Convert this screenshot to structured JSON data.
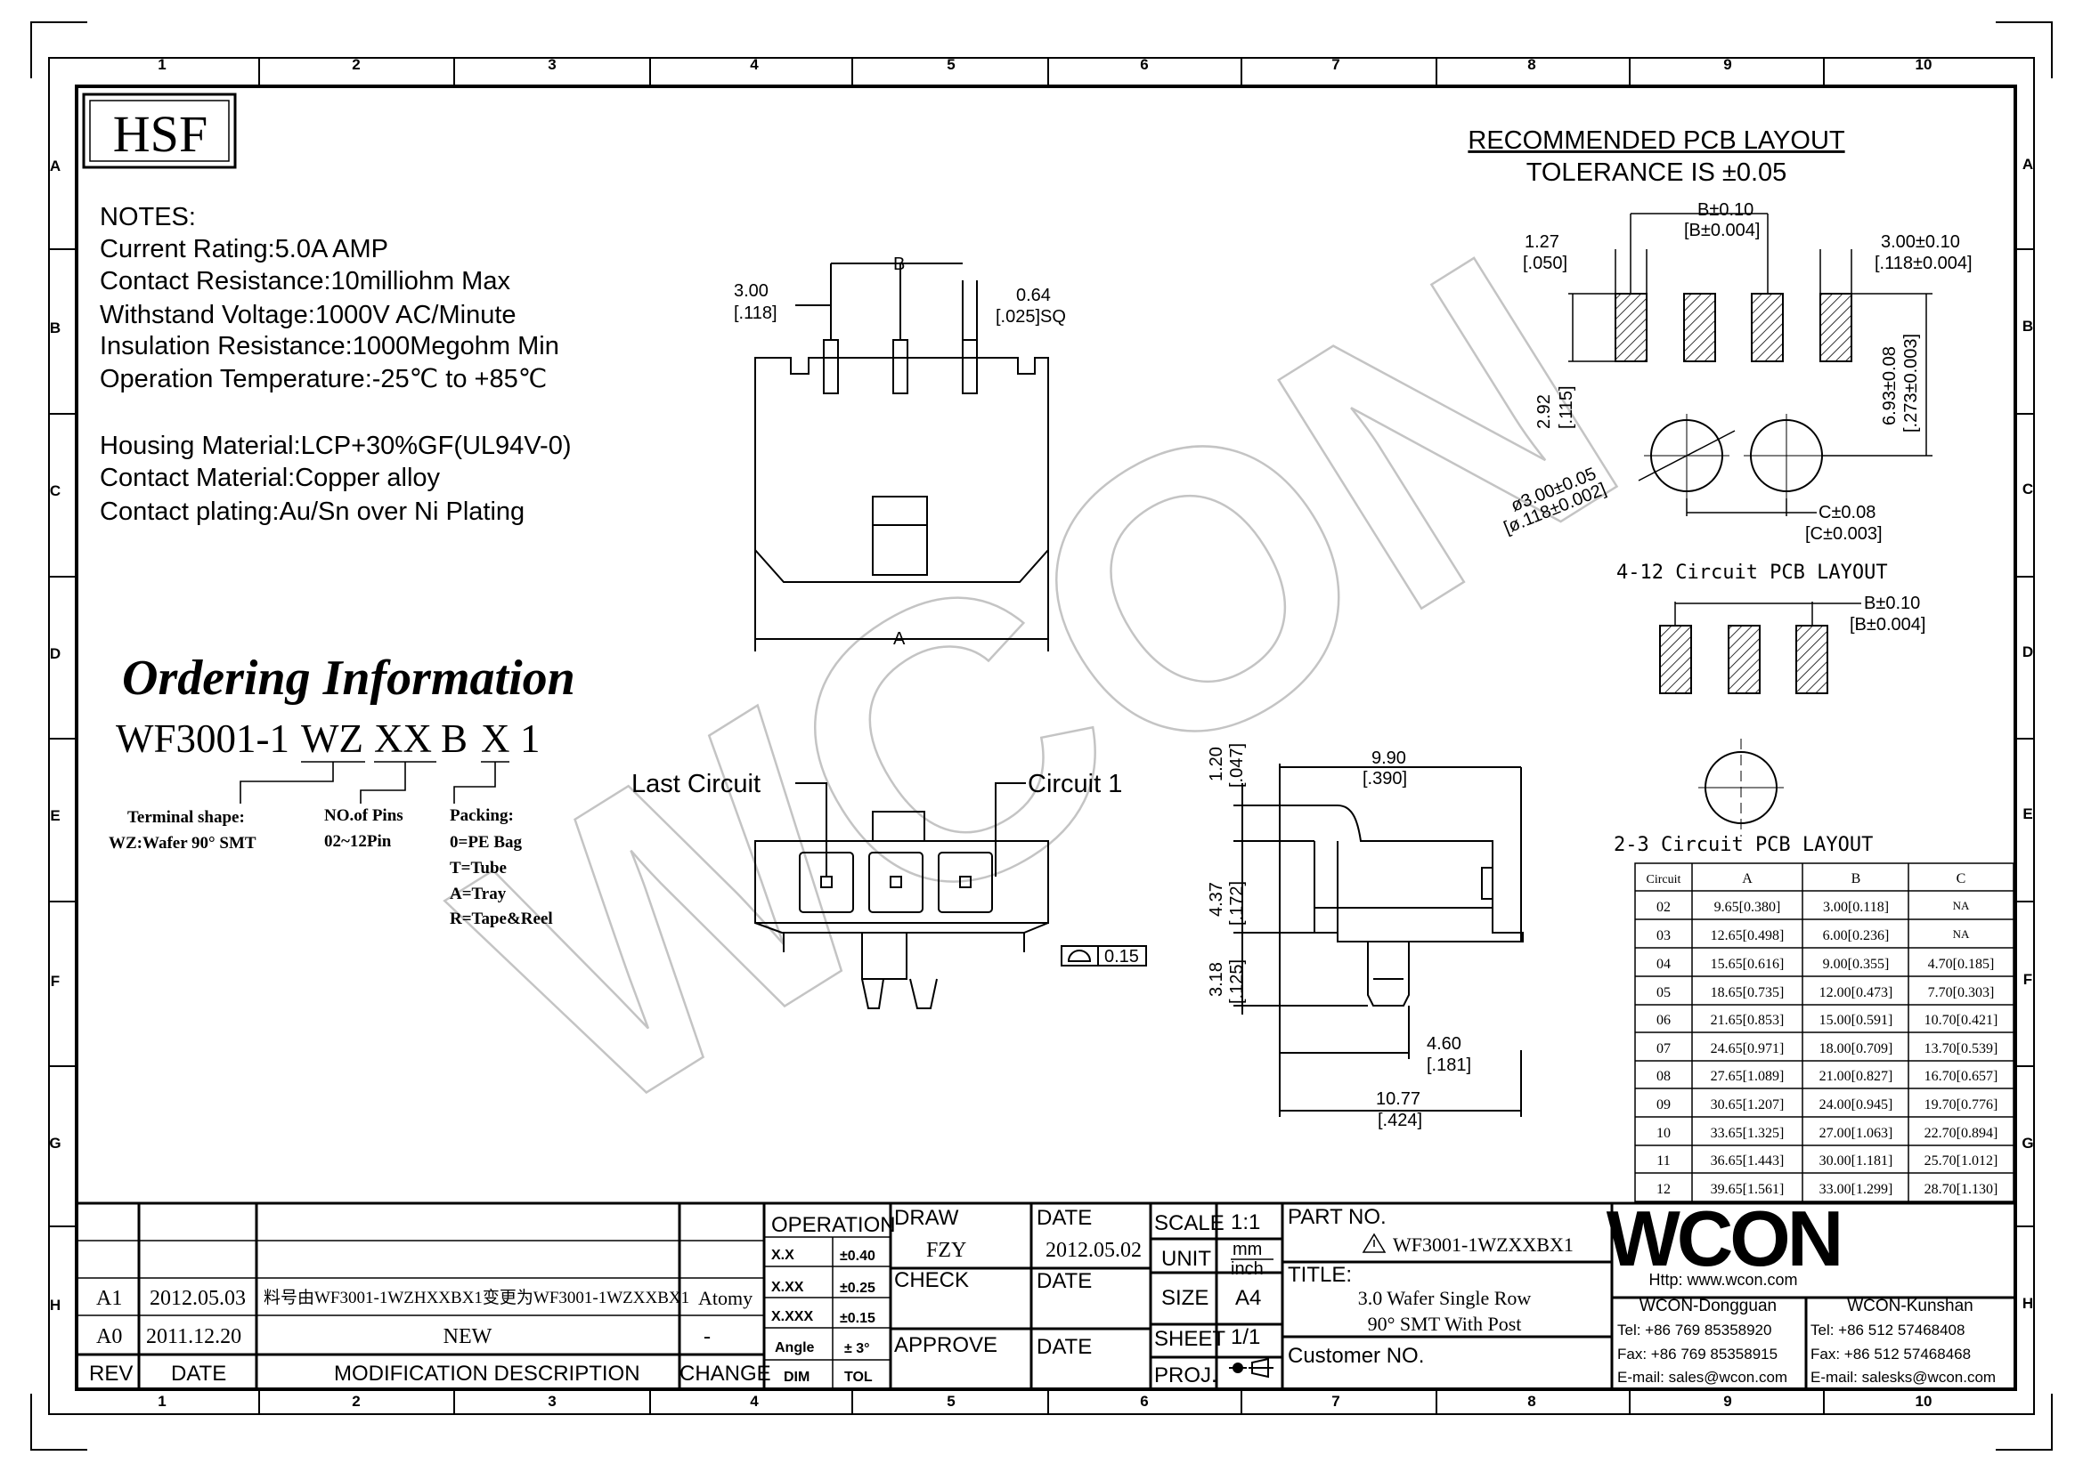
{
  "grid": {
    "columns": [
      "1",
      "2",
      "3",
      "4",
      "5",
      "6",
      "7",
      "8",
      "9",
      "10"
    ],
    "rows": [
      "A",
      "B",
      "C",
      "D",
      "E",
      "F",
      "G",
      "H"
    ]
  },
  "hsf": "HSF",
  "watermark": "WCON",
  "notes": {
    "title": "NOTES:",
    "lines": [
      "Current Rating:5.0A AMP",
      "Contact Resistance:10milliohm Max",
      "Withstand Voltage:1000V AC/Minute",
      "Insulation Resistance:1000Megohm Min",
      "Operation Temperature:-25℃ to +85℃",
      "Housing Material:LCP+30%GF(UL94V-0)",
      "Contact Material:Copper alloy",
      "Contact plating:Au/Sn over Ni Plating"
    ]
  },
  "ordering": {
    "title": "Ordering Information",
    "code_prefix": "WF3001-1",
    "code_wz": "WZ",
    "code_xx": "XX",
    "code_b": "B",
    "code_x": "X",
    "code_1": "1",
    "terminal_title": "Terminal shape:",
    "terminal_value": "WZ:Wafer 90° SMT",
    "pins_title": "NO.of Pins",
    "pins_value": "02~12Pin",
    "packing_title": "Packing:",
    "packing_values": [
      "0=PE Bag",
      "T=Tube",
      "A=Tray",
      "R=Tape&Reel"
    ]
  },
  "front_view": {
    "dim_3_00": "3.00",
    "dim_3_00_in": "[.118]",
    "dim_b": "B",
    "dim_0_64": "0.64",
    "dim_0_64_in": "[.025]SQ",
    "dim_a": "A"
  },
  "bottom_view": {
    "last_circuit": "Last Circuit",
    "circuit_1": "Circuit 1",
    "flatness": "0.15"
  },
  "side_view": {
    "d_9_90": "9.90",
    "d_9_90_in": "[.390]",
    "d_1_20": "1.20",
    "d_1_20_in": "[.047]",
    "d_4_37": "4.37",
    "d_4_37_in": "[.172]",
    "d_3_18": "3.18",
    "d_3_18_in": "[.125]",
    "d_4_60": "4.60",
    "d_4_60_in": "[.181]",
    "d_10_77": "10.77",
    "d_10_77_in": "[.424]"
  },
  "pcb": {
    "title": "RECOMMENDED PCB LAYOUT",
    "tolerance": "TOLERANCE IS ±0.05",
    "b_tol": "B±0.10",
    "b_tol_in": "[B±0.004]",
    "d_1_27": "1.27",
    "d_1_27_in": "[.050]",
    "d_3_00": "3.00±0.10",
    "d_3_00_in": "[.118±0.004]",
    "d_2_92": "2.92",
    "d_2_92_in": "[.115]",
    "d_6_93": "6.93±0.08",
    "d_6_93_in": "[.273±0.003]",
    "hole": "ø3.00±0.05",
    "hole_in": "[ø.118±0.002]",
    "c_tol": "C±0.08",
    "c_tol_in": "[C±0.003]",
    "layout_4_12": "4-12 Circuit PCB LAYOUT",
    "b2_tol": "B±0.10",
    "b2_tol_in": "[B±0.004]",
    "layout_2_3": "2-3 Circuit PCB LAYOUT"
  },
  "dim_table": {
    "headers": [
      "Circuit",
      "A",
      "B",
      "C"
    ],
    "rows": [
      [
        "02",
        "9.65[0.380]",
        "3.00[0.118]",
        "NA"
      ],
      [
        "03",
        "12.65[0.498]",
        "6.00[0.236]",
        "NA"
      ],
      [
        "04",
        "15.65[0.616]",
        "9.00[0.355]",
        "4.70[0.185]"
      ],
      [
        "05",
        "18.65[0.735]",
        "12.00[0.473]",
        "7.70[0.303]"
      ],
      [
        "06",
        "21.65[0.853]",
        "15.00[0.591]",
        "10.70[0.421]"
      ],
      [
        "07",
        "24.65[0.971]",
        "18.00[0.709]",
        "13.70[0.539]"
      ],
      [
        "08",
        "27.65[1.089]",
        "21.00[0.827]",
        "16.70[0.657]"
      ],
      [
        "09",
        "30.65[1.207]",
        "24.00[0.945]",
        "19.70[0.776]"
      ],
      [
        "10",
        "33.65[1.325]",
        "27.00[1.063]",
        "22.70[0.894]"
      ],
      [
        "11",
        "36.65[1.443]",
        "30.00[1.181]",
        "25.70[1.012]"
      ],
      [
        "12",
        "39.65[1.561]",
        "33.00[1.299]",
        "28.70[1.130]"
      ]
    ]
  },
  "title_block": {
    "rev_rows": [
      {
        "rev": "A1",
        "date": "2012.05.03",
        "desc": "料号由WF3001-1WZHXXBX1变更为WF3001-1WZXXBX1",
        "change": "Atomy"
      },
      {
        "rev": "A0",
        "date": "2011.12.20",
        "desc": "NEW",
        "change": "-"
      }
    ],
    "rev_header": "REV",
    "date_header": "DATE",
    "mod_header": "MODIFICATION DESCRIPTION",
    "change_header": "CHANGE",
    "operation": "OPERATION",
    "tol_rows": [
      [
        "X.X",
        "±0.40"
      ],
      [
        "X.XX",
        "±0.25"
      ],
      [
        "X.XXX",
        "±0.15"
      ],
      [
        "Angle",
        "± 3°"
      ]
    ],
    "dim_label": "DIM",
    "tol_label": "TOL",
    "draw": "DRAW",
    "draw_name": "FZY",
    "date": "DATE",
    "draw_date": "2012.05.02",
    "check": "CHECK",
    "check_date": "DATE",
    "approve": "APPROVE",
    "approve_date": "DATE",
    "scale": "SCALE",
    "scale_val": "1:1",
    "unit": "UNIT",
    "unit_mm": "mm",
    "unit_inch": "inch",
    "size": "SIZE",
    "size_val": "A4",
    "sheet": "SHEET",
    "sheet_val": "1/1",
    "proj": "PROJ.",
    "part_no": "PART NO.",
    "part_val": "WF3001-1WZXXBX1",
    "title_label": "TITLE:",
    "title_1": "3.0 Wafer Single Row",
    "title_2": "90° SMT With Post",
    "customer": "Customer NO.",
    "logo": "WCON",
    "http": "Http: www.wcon.com",
    "dg_name": "WCON-Dongguan",
    "dg_tel": "Tel: +86 769 85358920",
    "dg_fax": "Fax: +86 769 85358915",
    "dg_mail": "E-mail: sales@wcon.com",
    "ks_name": "WCON-Kunshan",
    "ks_tel": "Tel: +86 512 57468408",
    "ks_fax": "Fax: +86 512 57468468",
    "ks_mail": "E-mail: salesks@wcon.com"
  }
}
